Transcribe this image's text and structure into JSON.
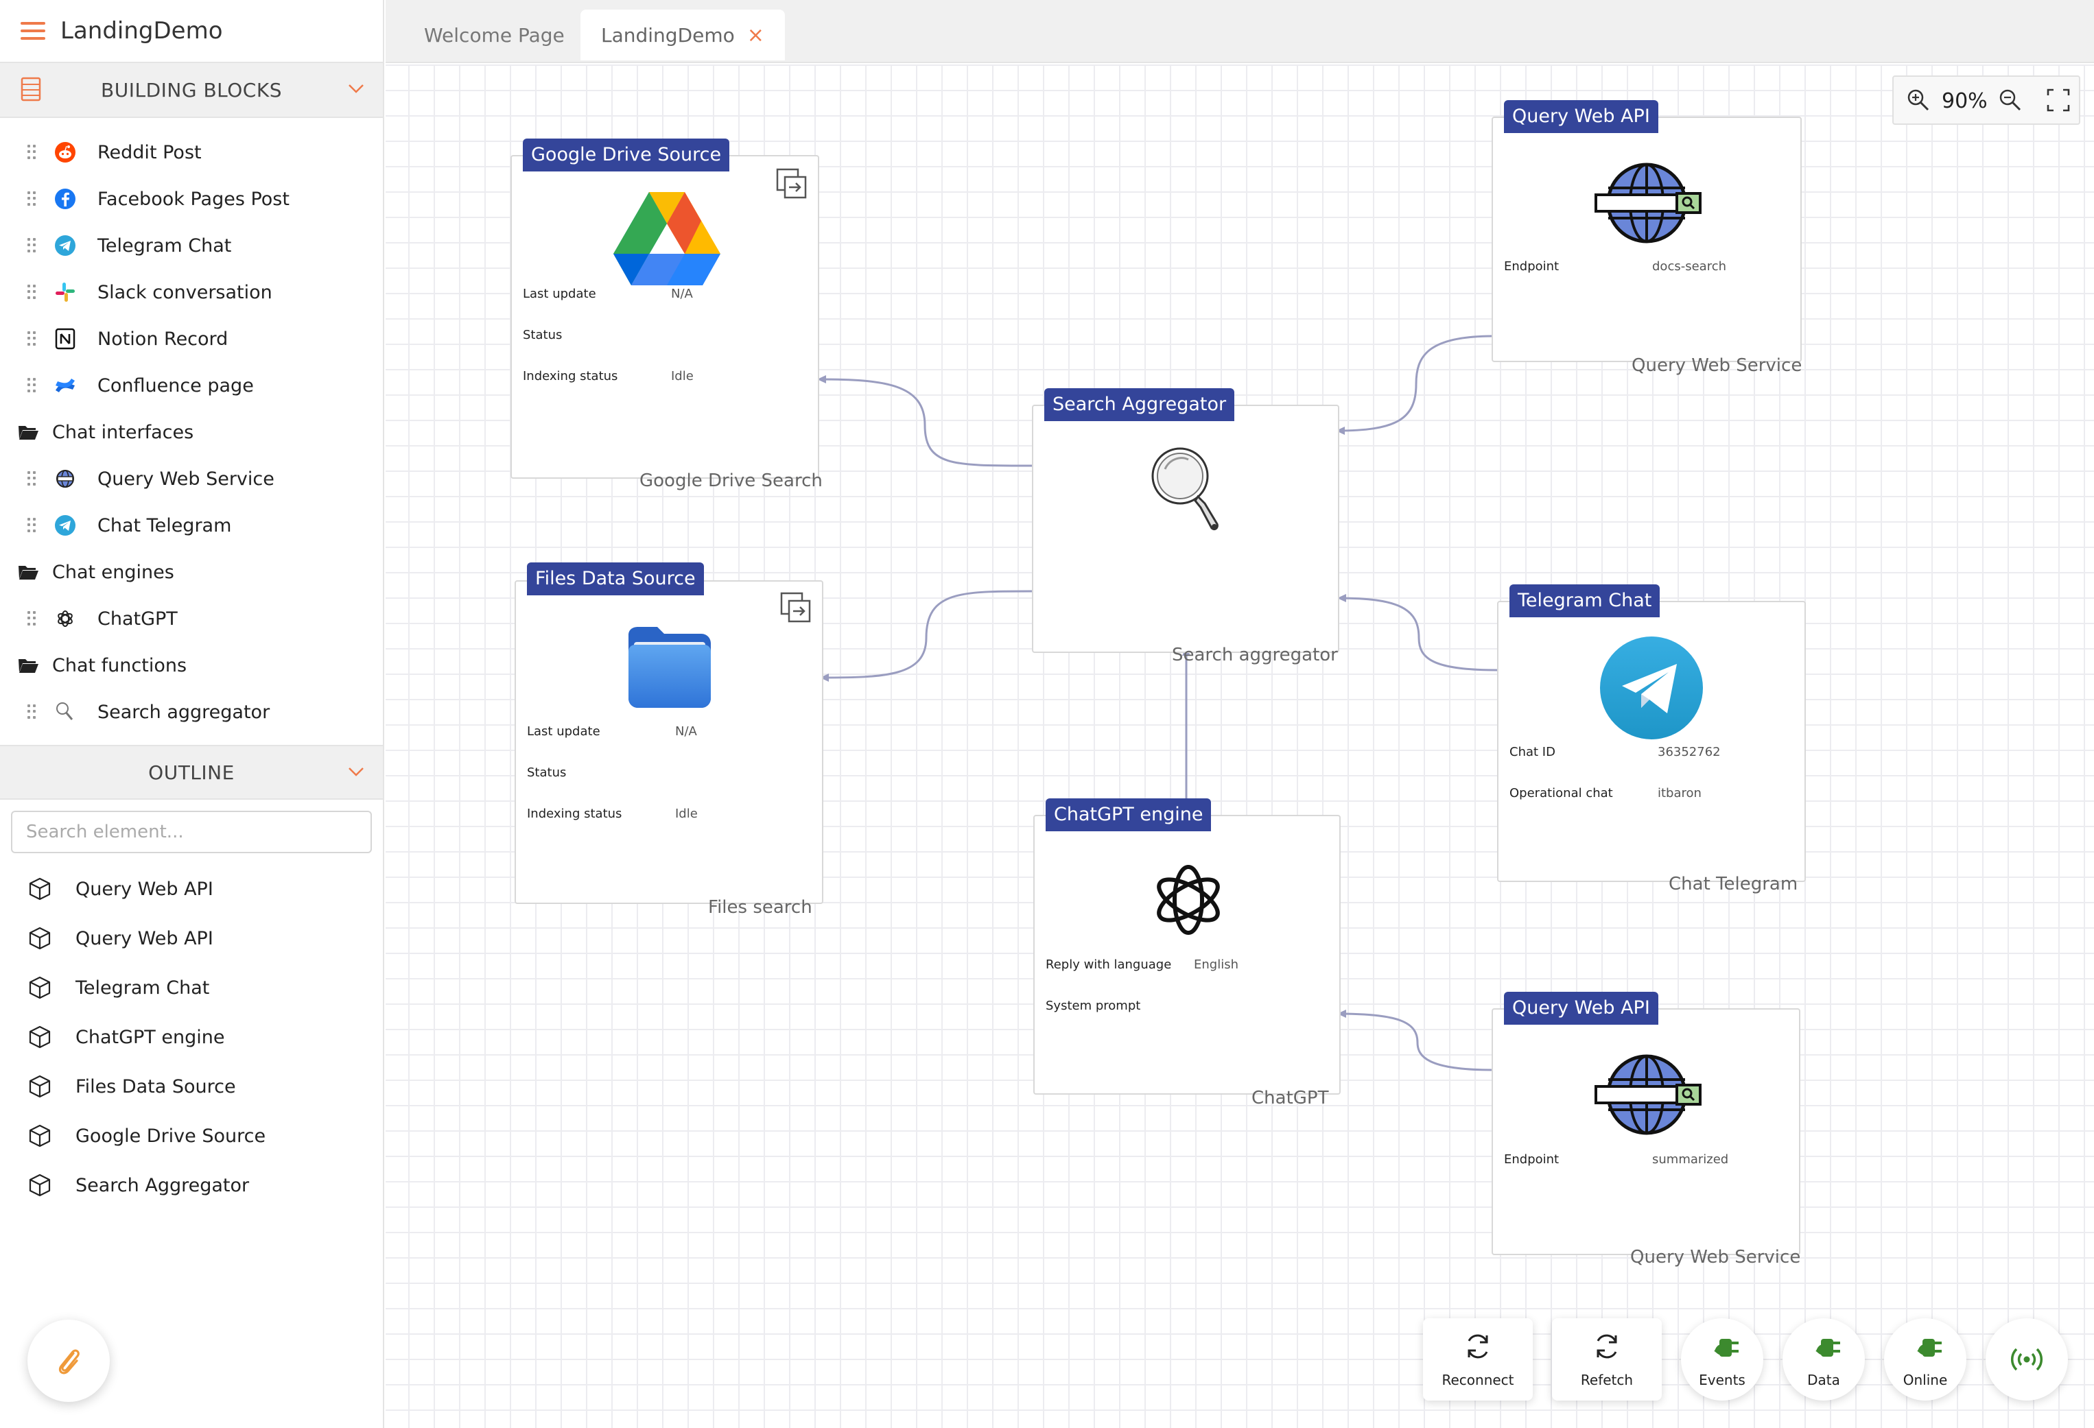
{
  "app": {
    "title": "LandingDemo"
  },
  "building_blocks": {
    "title": "BUILDING BLOCKS",
    "items": [
      {
        "type": "item",
        "label": "Reddit Post",
        "icon": "reddit-icon"
      },
      {
        "type": "item",
        "label": "Facebook Pages Post",
        "icon": "facebook-icon"
      },
      {
        "type": "item",
        "label": "Telegram Chat",
        "icon": "telegram-icon"
      },
      {
        "type": "item",
        "label": "Slack conversation",
        "icon": "slack-icon"
      },
      {
        "type": "item",
        "label": "Notion Record",
        "icon": "notion-icon"
      },
      {
        "type": "item",
        "label": "Confluence page",
        "icon": "confluence-icon"
      },
      {
        "type": "folder",
        "label": "Chat interfaces",
        "icon": "folder-open-icon"
      },
      {
        "type": "item",
        "label": "Query Web Service",
        "icon": "globe-icon"
      },
      {
        "type": "item",
        "label": "Chat Telegram",
        "icon": "telegram-icon"
      },
      {
        "type": "folder",
        "label": "Chat engines",
        "icon": "folder-open-icon"
      },
      {
        "type": "item",
        "label": "ChatGPT",
        "icon": "openai-icon"
      },
      {
        "type": "folder",
        "label": "Chat functions",
        "icon": "folder-open-icon"
      },
      {
        "type": "item",
        "label": "Search aggregator",
        "icon": "magnifier-icon"
      }
    ]
  },
  "outline": {
    "title": "OUTLINE",
    "search_placeholder": "Search element...",
    "items": [
      "Query Web API",
      "Query Web API",
      "Telegram Chat",
      "ChatGPT engine",
      "Files Data Source",
      "Google Drive Source",
      "Search Aggregator"
    ]
  },
  "tabs": [
    {
      "label": "Welcome Page",
      "active": false
    },
    {
      "label": "LandingDemo",
      "active": true,
      "close": "×"
    }
  ],
  "zoom": {
    "level": "90%"
  },
  "nodes": {
    "gdrive": {
      "title": "Google Drive Source",
      "subtitle": "Google Drive Search",
      "icon": "google-drive-icon",
      "props": [
        {
          "k": "Last update",
          "v": "N/A"
        },
        {
          "k": "Status",
          "v": ""
        },
        {
          "k": "Indexing status",
          "v": "Idle"
        }
      ]
    },
    "files": {
      "title": "Files Data Source",
      "subtitle": "Files search",
      "icon": "folder-icon",
      "props": [
        {
          "k": "Last update",
          "v": "N/A"
        },
        {
          "k": "Status",
          "v": ""
        },
        {
          "k": "Indexing status",
          "v": "Idle"
        }
      ]
    },
    "aggregator": {
      "title": "Search Aggregator",
      "subtitle": "Search aggregator",
      "icon": "magnifier-icon"
    },
    "chatgpt": {
      "title": "ChatGPT engine",
      "subtitle": "ChatGPT",
      "icon": "openai-icon",
      "props": [
        {
          "k": "Reply with language",
          "v": "English"
        },
        {
          "k": "System prompt",
          "v": ""
        }
      ]
    },
    "webapi1": {
      "title": "Query Web API",
      "subtitle": "Query Web Service",
      "icon": "globe-search-icon",
      "props": [
        {
          "k": "Endpoint",
          "v": "docs-search"
        }
      ]
    },
    "telegram": {
      "title": "Telegram Chat",
      "subtitle": "Chat Telegram",
      "icon": "telegram-icon",
      "props": [
        {
          "k": "Chat ID",
          "v": "36352762"
        },
        {
          "k": "Operational chat",
          "v": "itbaron"
        }
      ]
    },
    "webapi2": {
      "title": "Query Web API",
      "subtitle": "Query Web Service",
      "icon": "globe-search-icon",
      "props": [
        {
          "k": "Endpoint",
          "v": "summarized"
        }
      ]
    }
  },
  "toolbar": [
    {
      "label": "Reconnect",
      "icon": "refresh-icon"
    },
    {
      "label": "Refetch",
      "icon": "refresh-icon"
    },
    {
      "label": "Events",
      "icon": "plug-icon"
    },
    {
      "label": "Data",
      "icon": "plug-icon"
    },
    {
      "label": "Online",
      "icon": "plug-icon"
    },
    {
      "label": "",
      "icon": "broadcast-icon"
    }
  ],
  "colors": {
    "accent": "#ef7a4a",
    "node_title": "#34459a",
    "plug": "#3c8a2e",
    "wire": "#9a9dc0"
  }
}
